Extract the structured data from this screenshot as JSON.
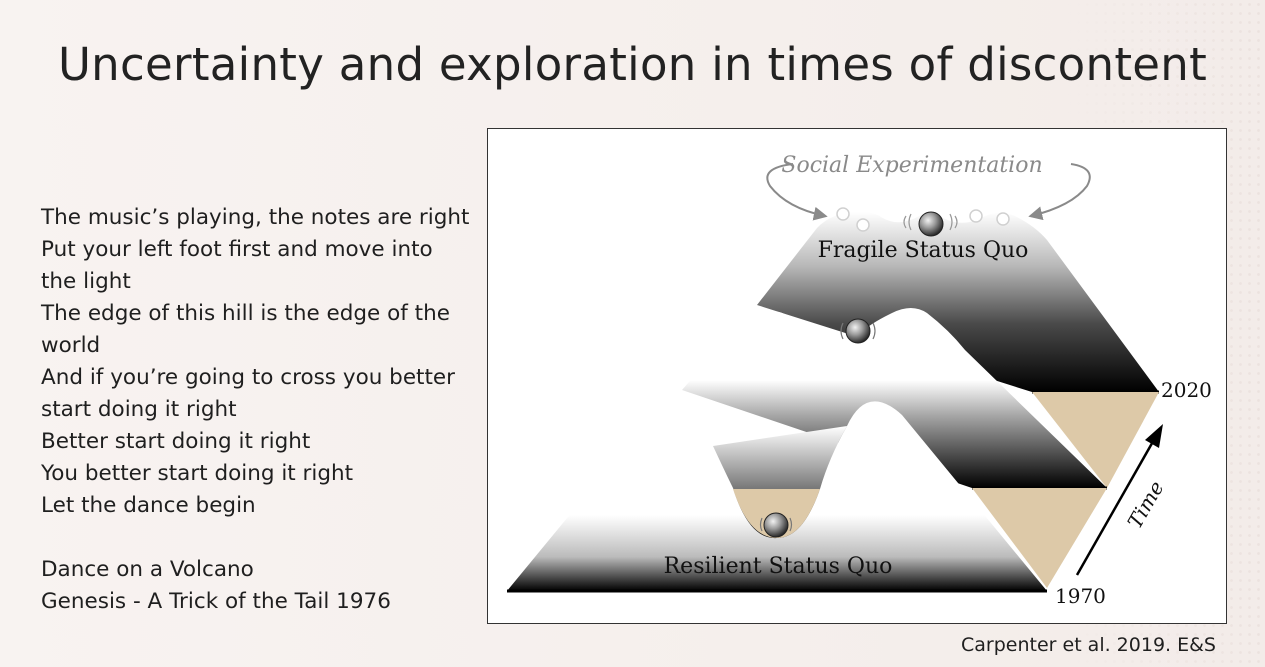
{
  "slide": {
    "title": "Uncertainty and exploration in times of discontent"
  },
  "lyrics": {
    "lines": [
      "The music’s playing, the notes are right",
      "Put your left foot first and move into",
      "the light",
      "The edge of this hill is the edge of the",
      "world",
      "And if you’re going to cross you better",
      "start doing it right",
      "Better start doing it right",
      "You better start doing it right",
      "Let the dance begin"
    ],
    "song_title": "Dance on a Volcano",
    "album_credit": "Genesis - A Trick of the Tail 1976"
  },
  "figure": {
    "top_label": "Social Experimentation",
    "upper_label": "Fragile Status Quo",
    "lower_label": "Resilient Status Quo",
    "year_end": "2020",
    "year_start": "1970",
    "axis_label": "Time",
    "colors": {
      "dark": "#000000",
      "tan": "#ddc9a8",
      "light": "#ffffff"
    }
  },
  "citation": "Carpenter et al. 2019. E&S"
}
